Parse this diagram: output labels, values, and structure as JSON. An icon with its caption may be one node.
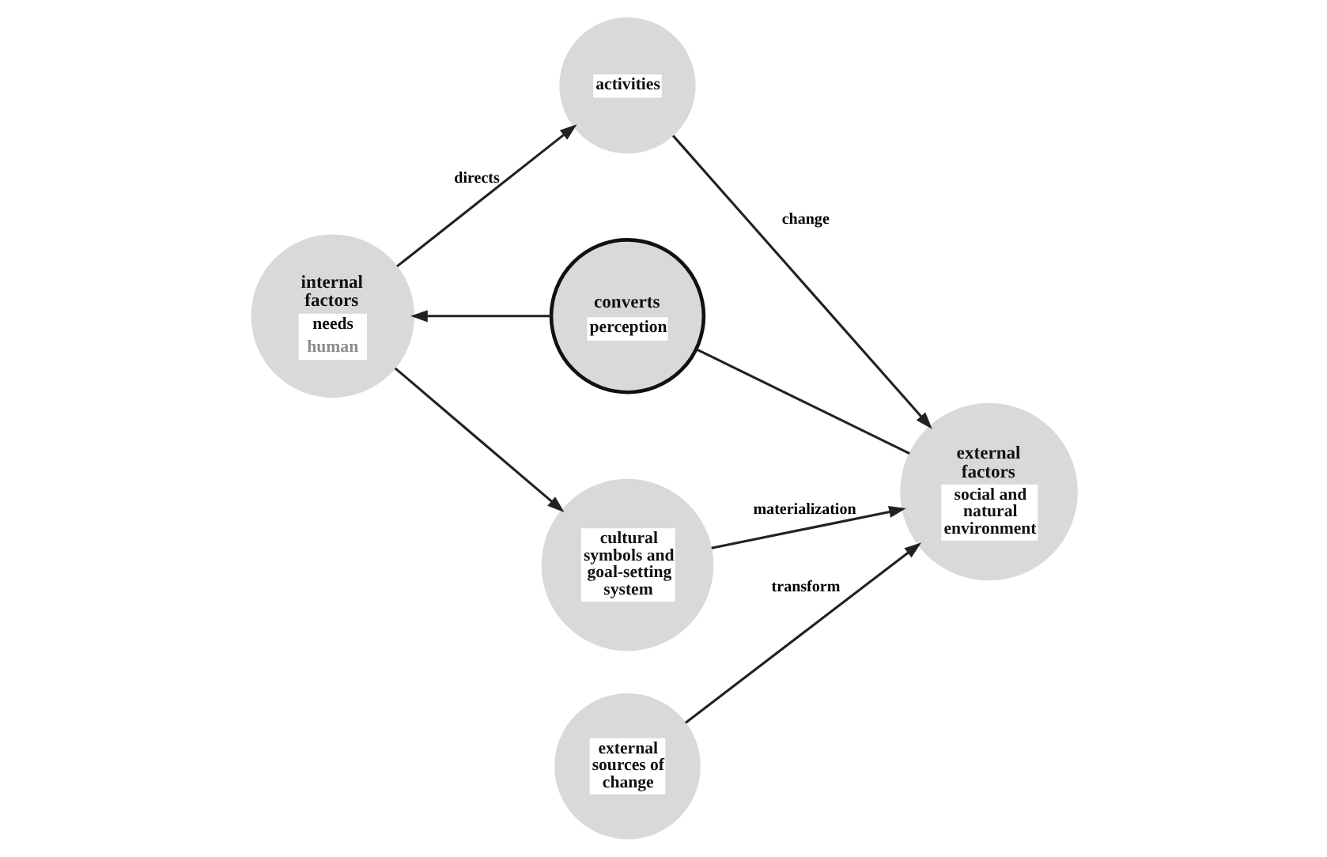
{
  "diagram": {
    "nodes": [
      {
        "text": [
          "activities"
        ]
      },
      {
        "text": [
          "internal factors",
          "needs",
          "human"
        ]
      },
      {
        "text": [
          "converts",
          "perception"
        ]
      },
      {
        "text": [
          "external factors",
          "social and natural environment"
        ]
      },
      {
        "text": [
          "external sources of change"
        ]
      },
      {
        "text": [
          "cultural symbols and goal-setting system"
        ]
      }
    ],
    "edges": [
      {
        "from": 1,
        "to": 0,
        "arrow": "to",
        "label": "directs"
      },
      {
        "from": 0,
        "to": 3,
        "arrow": "to",
        "label": "change"
      },
      {
        "from": 3,
        "to": 2,
        "arrow": "none"
      },
      {
        "from": 2,
        "to": 1,
        "arrow": "to"
      },
      {
        "from": 4,
        "to": 3,
        "arrow": "to",
        "label": "transform"
      },
      {
        "from": 1,
        "to": 5,
        "arrow": "to"
      },
      {
        "from": 5,
        "to": 3,
        "arrow": "to",
        "label": "materialization"
      }
    ]
  }
}
